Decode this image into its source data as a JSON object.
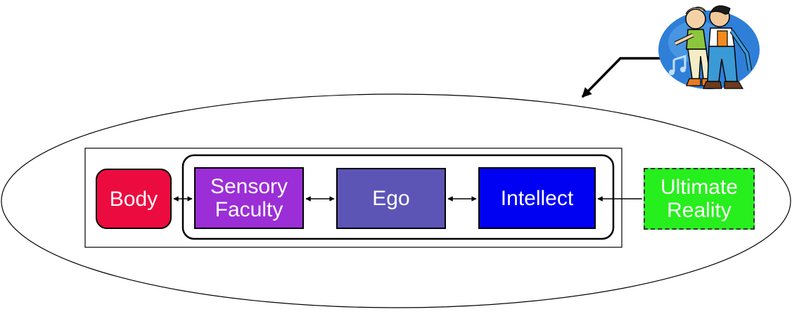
{
  "nodes": {
    "body": {
      "label": "Body",
      "color": "#ec0b3f"
    },
    "sensory": {
      "label": "Sensory\nFaculty",
      "color": "#9b2ed6"
    },
    "ego": {
      "label": "Ego",
      "color": "#5d55b6"
    },
    "intellect": {
      "label": "Intellect",
      "color": "#0000f2"
    },
    "ultimate": {
      "label": "Ultimate\nReality",
      "color": "#27ee1d"
    }
  },
  "clipart": {
    "icon": "people-walking-with-music-clipart"
  },
  "colors": {
    "stroke": "#000000",
    "background": "#ffffff"
  }
}
